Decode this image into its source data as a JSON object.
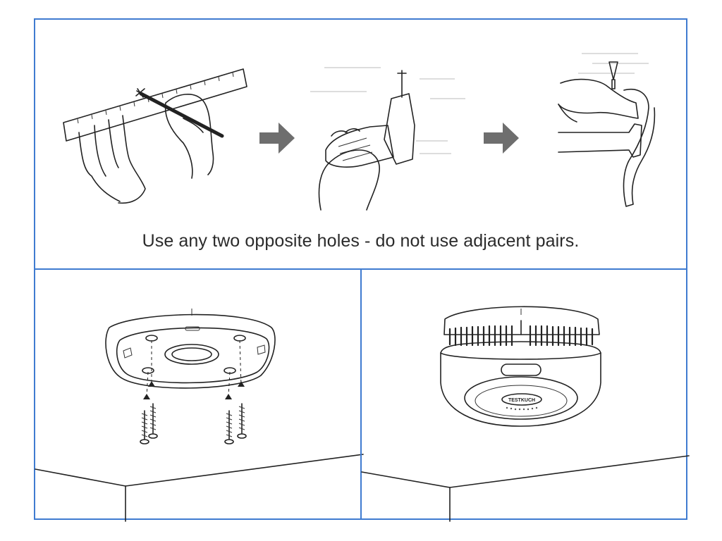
{
  "instruction": {
    "caption": "Use any two opposite holes - do not use adjacent pairs."
  },
  "device": {
    "brand_label": "TESTKUCH"
  },
  "colors": {
    "frame_border": "#3f7bd0",
    "line_art": "#222222",
    "step_arrow": "#6e6e6e",
    "caption_text": "#2b2b2b"
  },
  "icons": {
    "step_arrow_1": "right-arrow",
    "step_arrow_2": "right-arrow"
  }
}
